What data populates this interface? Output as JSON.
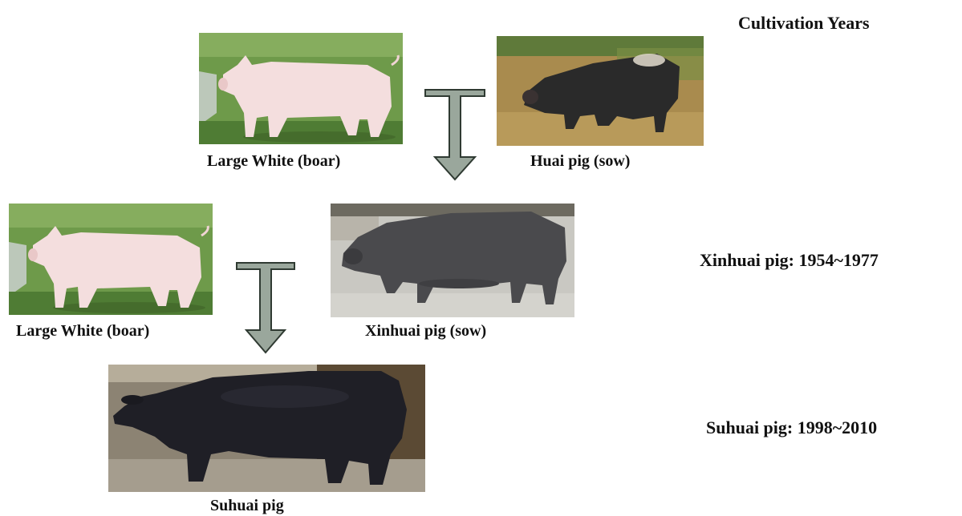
{
  "header": {
    "years_title": "Cultivation Years"
  },
  "row1": {
    "boar_label": "Large White (boar)",
    "sow_label": "Huai pig (sow)"
  },
  "row2": {
    "boar_label": "Large White (boar)",
    "sow_label": "Xinhuai pig (sow)",
    "years": "Xinhuai pig: 1954~1977"
  },
  "row3": {
    "offspring_label": "Suhuai pig",
    "years": "Suhuai pig: 1998~2010"
  },
  "icons": {
    "cross_arrow": "t-down-arrow-icon",
    "photos": [
      "large-white-pig",
      "huai-pig",
      "xinhuai-pig",
      "suhuai-pig"
    ]
  },
  "colors": {
    "arrow_fill": "#9aa79c",
    "arrow_stroke": "#2f3a32"
  }
}
